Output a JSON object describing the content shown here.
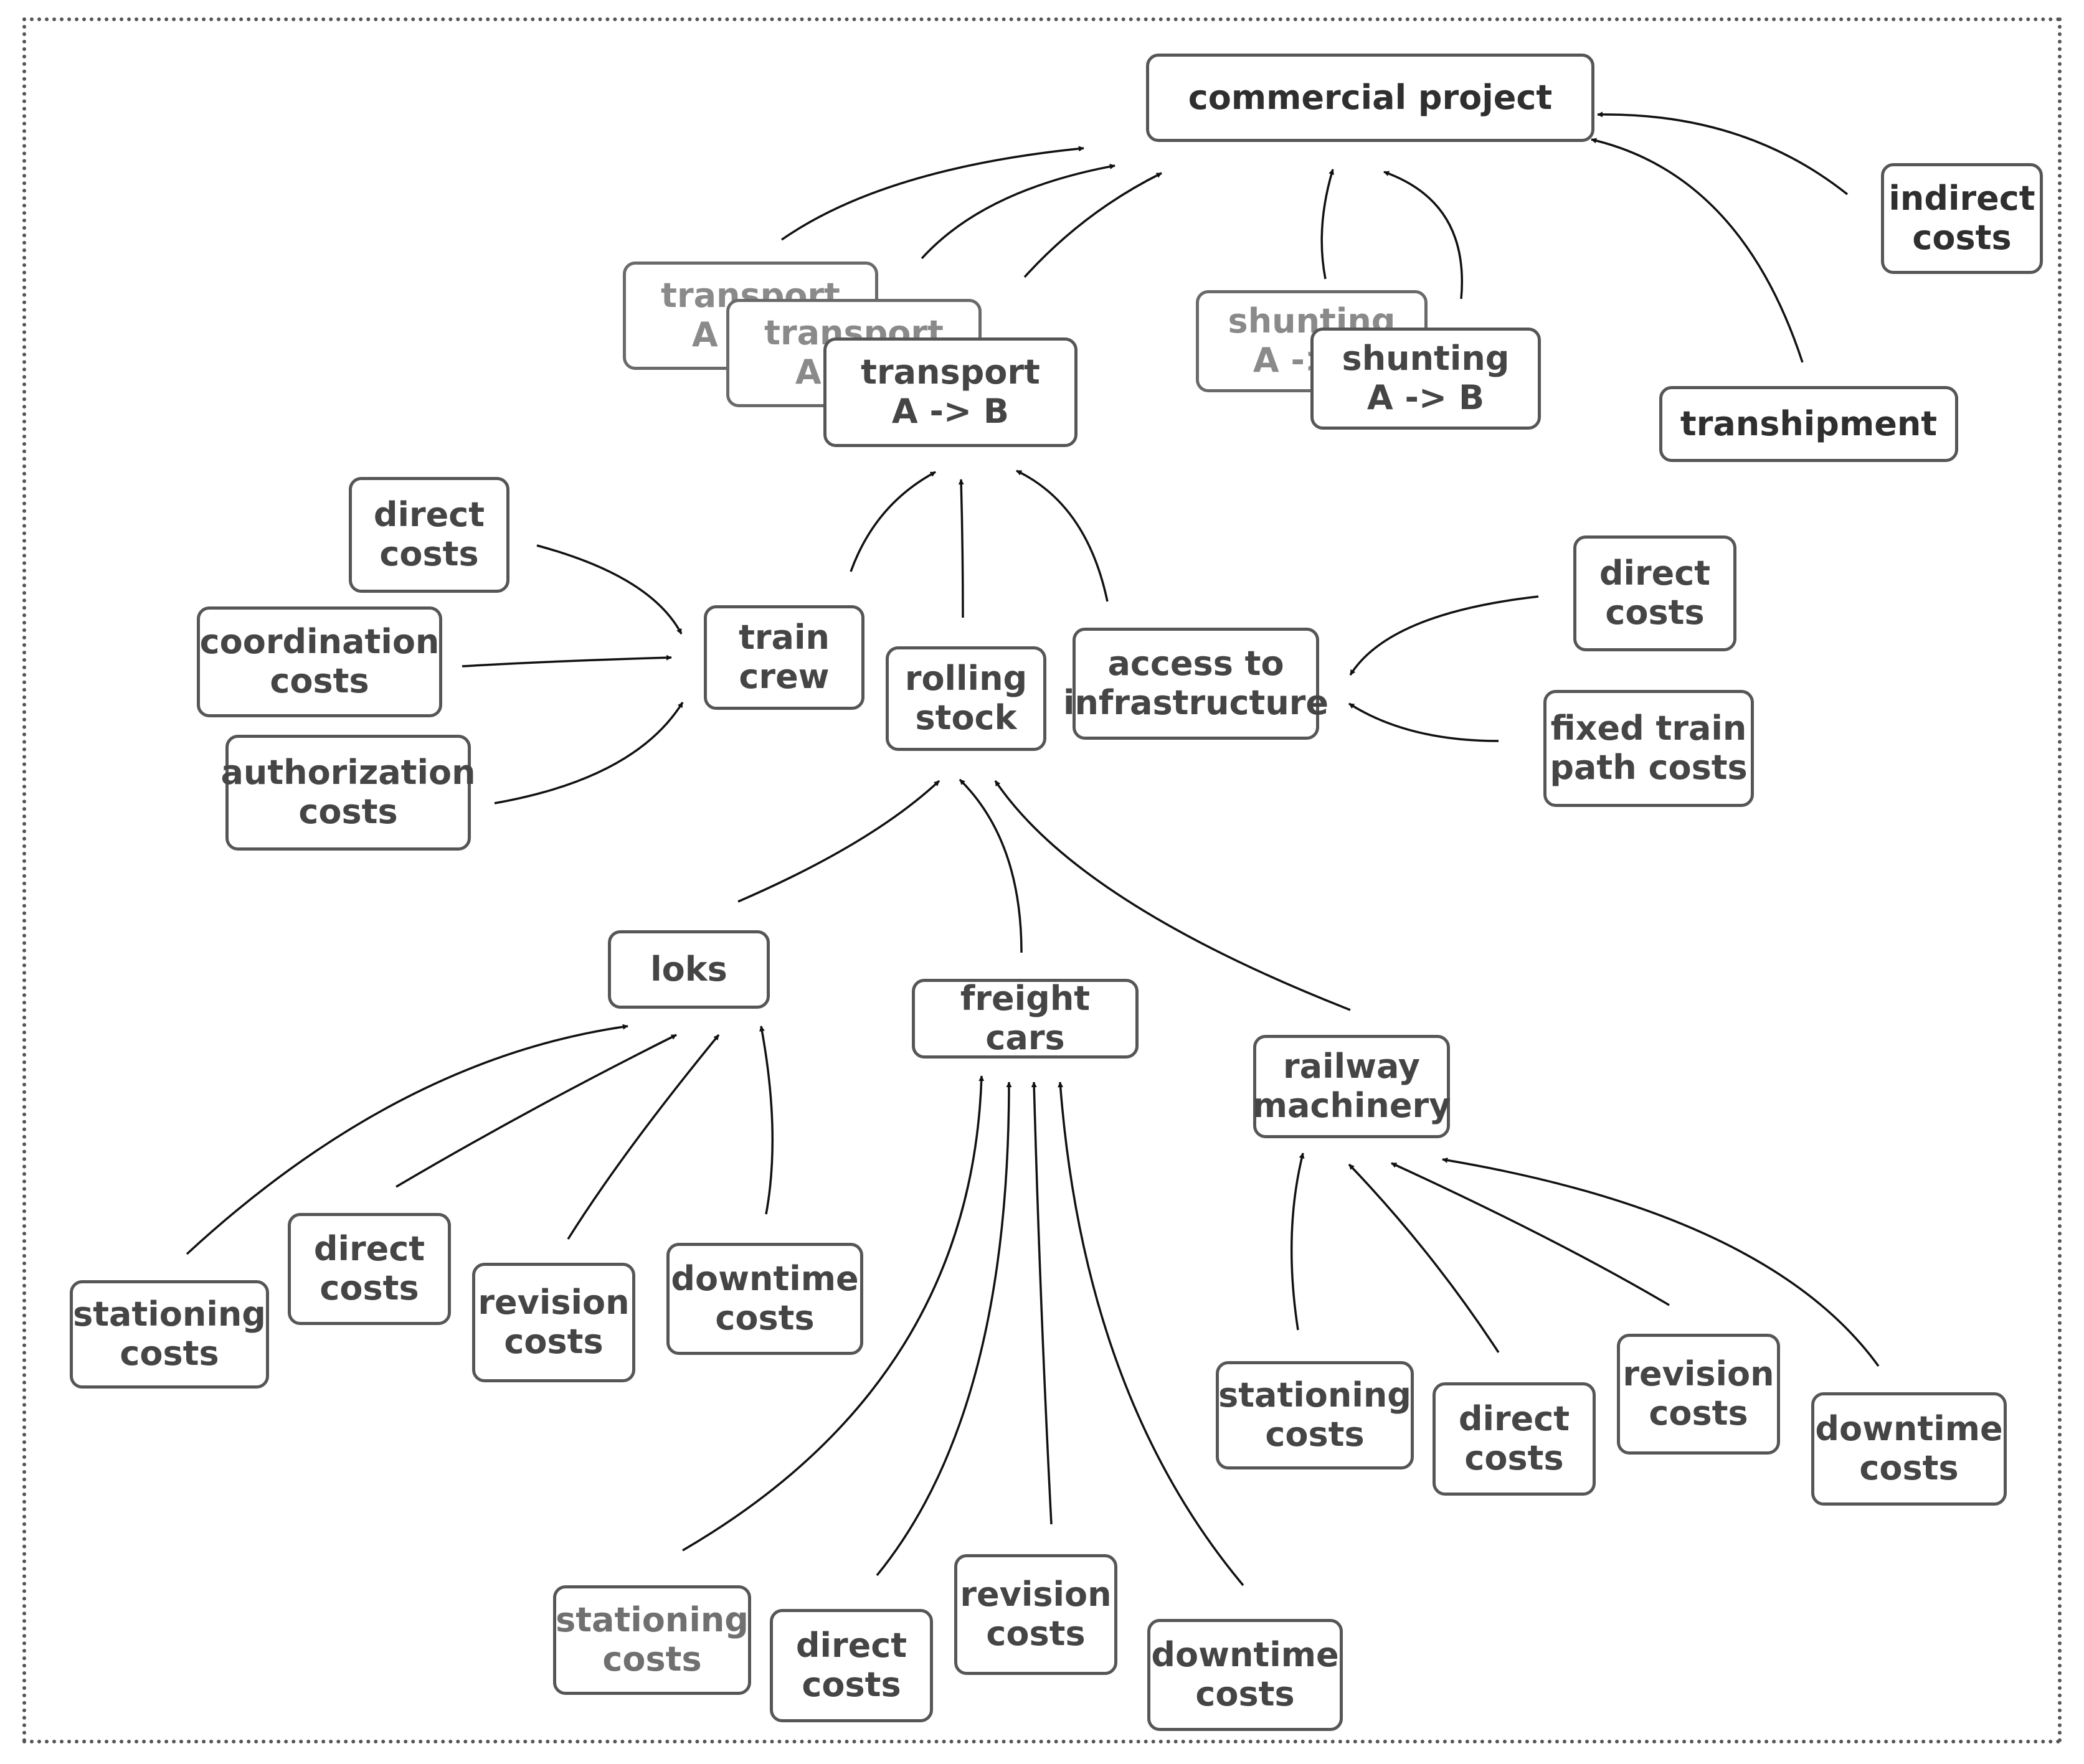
{
  "diagram": {
    "nodes": [
      {
        "id": "commercial-project",
        "label": "commercial project"
      },
      {
        "id": "indirect-costs",
        "label": "indirect\ncosts"
      },
      {
        "id": "transhipment",
        "label": "transhipment"
      },
      {
        "id": "transport-1",
        "label": "transport\nA -> B"
      },
      {
        "id": "transport-2",
        "label": "transport\nA -> B"
      },
      {
        "id": "transport-3",
        "label": "transport\nA -> B"
      },
      {
        "id": "shunting-1",
        "label": "shunting\nA -> B"
      },
      {
        "id": "shunting-2",
        "label": "shunting\nA -> B"
      },
      {
        "id": "train-crew",
        "label": "train\ncrew"
      },
      {
        "id": "rolling-stock",
        "label": "rolling\nstock"
      },
      {
        "id": "access-to-infrastructure",
        "label": "access to\ninfrastructure"
      },
      {
        "id": "crew-direct-costs",
        "label": "direct\ncosts"
      },
      {
        "id": "coordination-costs",
        "label": "coordination\ncosts"
      },
      {
        "id": "authorization-costs",
        "label": "authorization\ncosts"
      },
      {
        "id": "infra-direct-costs",
        "label": "direct\ncosts"
      },
      {
        "id": "fixed-train-path-costs",
        "label": "fixed train\npath costs"
      },
      {
        "id": "loks",
        "label": "loks"
      },
      {
        "id": "freight-cars",
        "label": "freight cars"
      },
      {
        "id": "railway-machinery",
        "label": "railway\nmachinery"
      },
      {
        "id": "loks-stationing-costs",
        "label": "stationing\ncosts"
      },
      {
        "id": "loks-direct-costs",
        "label": "direct\ncosts"
      },
      {
        "id": "loks-revision-costs",
        "label": "revision\ncosts"
      },
      {
        "id": "loks-downtime-costs",
        "label": "downtime\ncosts"
      },
      {
        "id": "cars-stationing-costs",
        "label": "stationing\ncosts"
      },
      {
        "id": "cars-direct-costs",
        "label": "direct\ncosts"
      },
      {
        "id": "cars-revision-costs",
        "label": "revision\ncosts"
      },
      {
        "id": "cars-downtime-costs",
        "label": "downtime\ncosts"
      },
      {
        "id": "machinery-stationing-costs",
        "label": "stationing\ncosts"
      },
      {
        "id": "machinery-direct-costs",
        "label": "direct\ncosts"
      },
      {
        "id": "machinery-revision-costs",
        "label": "revision\ncosts"
      },
      {
        "id": "machinery-downtime-costs",
        "label": "downtime\ncosts"
      }
    ],
    "edges": [
      {
        "from": "transport-1",
        "to": "commercial-project"
      },
      {
        "from": "transport-2",
        "to": "commercial-project"
      },
      {
        "from": "transport-3",
        "to": "commercial-project"
      },
      {
        "from": "shunting-1",
        "to": "commercial-project"
      },
      {
        "from": "shunting-2",
        "to": "commercial-project"
      },
      {
        "from": "transhipment",
        "to": "commercial-project"
      },
      {
        "from": "indirect-costs",
        "to": "commercial-project"
      },
      {
        "from": "train-crew",
        "to": "transport-3"
      },
      {
        "from": "rolling-stock",
        "to": "transport-3"
      },
      {
        "from": "access-to-infrastructure",
        "to": "transport-3"
      },
      {
        "from": "crew-direct-costs",
        "to": "train-crew"
      },
      {
        "from": "coordination-costs",
        "to": "train-crew"
      },
      {
        "from": "authorization-costs",
        "to": "train-crew"
      },
      {
        "from": "infra-direct-costs",
        "to": "access-to-infrastructure"
      },
      {
        "from": "fixed-train-path-costs",
        "to": "access-to-infrastructure"
      },
      {
        "from": "loks",
        "to": "rolling-stock"
      },
      {
        "from": "freight-cars",
        "to": "rolling-stock"
      },
      {
        "from": "railway-machinery",
        "to": "rolling-stock"
      },
      {
        "from": "loks-stationing-costs",
        "to": "loks"
      },
      {
        "from": "loks-direct-costs",
        "to": "loks"
      },
      {
        "from": "loks-revision-costs",
        "to": "loks"
      },
      {
        "from": "loks-downtime-costs",
        "to": "loks"
      },
      {
        "from": "cars-stationing-costs",
        "to": "freight-cars"
      },
      {
        "from": "cars-direct-costs",
        "to": "freight-cars"
      },
      {
        "from": "cars-revision-costs",
        "to": "freight-cars"
      },
      {
        "from": "cars-downtime-costs",
        "to": "freight-cars"
      },
      {
        "from": "machinery-stationing-costs",
        "to": "railway-machinery"
      },
      {
        "from": "machinery-direct-costs",
        "to": "railway-machinery"
      },
      {
        "from": "machinery-revision-costs",
        "to": "railway-machinery"
      },
      {
        "from": "machinery-downtime-costs",
        "to": "railway-machinery"
      }
    ]
  }
}
